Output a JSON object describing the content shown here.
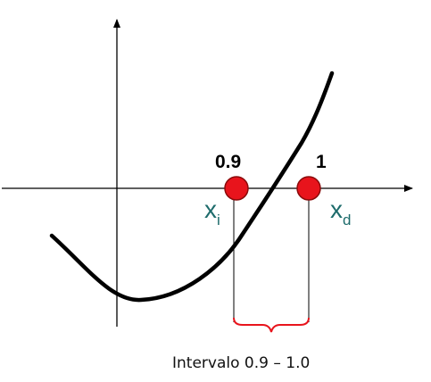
{
  "points": {
    "left": {
      "value_text": "0.9",
      "var_main": "x",
      "var_sub": "i"
    },
    "right": {
      "value_text": "1",
      "var_main": "x",
      "var_sub": "d"
    }
  },
  "interval": {
    "label": "Intervalo 0.9 – 1.0"
  },
  "colors": {
    "point_fill": "#e8141c",
    "var_label": "#1d6b6b",
    "brace": "#e8141c",
    "axis": "#000000",
    "curve": "#000000"
  }
}
